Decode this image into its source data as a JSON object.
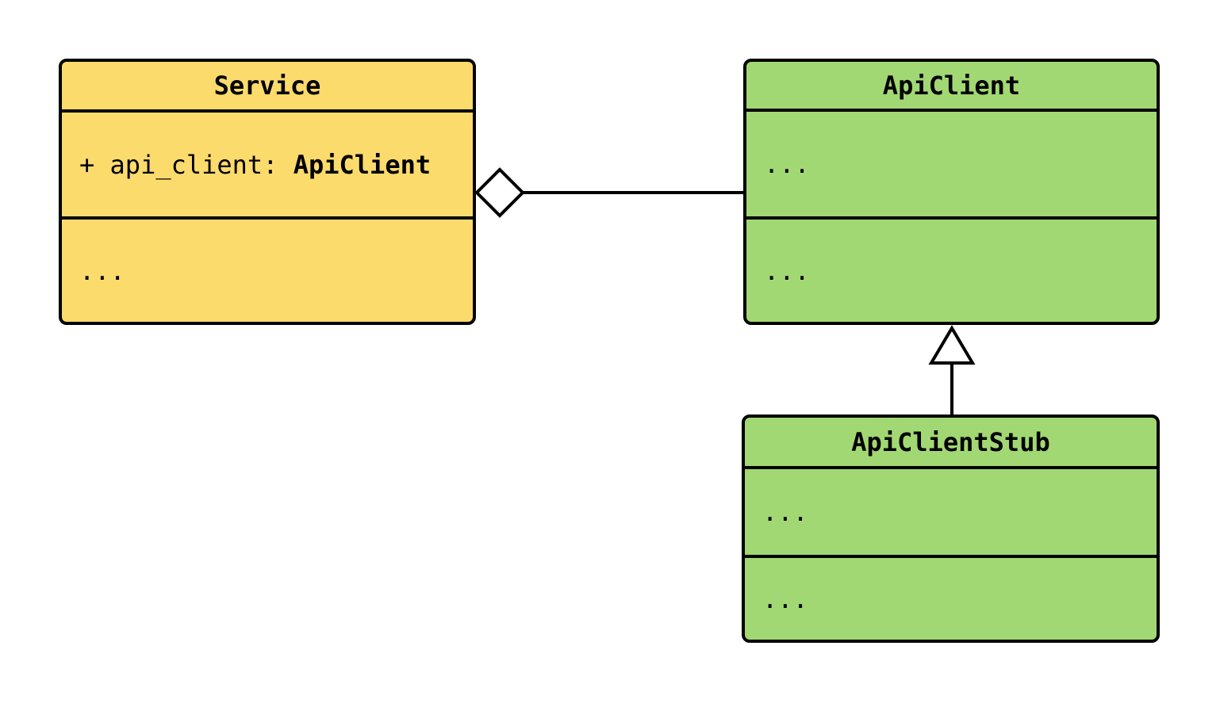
{
  "canvas": {
    "background": "#ffffff",
    "stroke_color": "#000000",
    "marker_fill": "#ffffff"
  },
  "classes": [
    {
      "name": "Service",
      "fill": "#fcdb6d",
      "attribute": {
        "prefix": "+ api_client: ",
        "type": "ApiClient"
      },
      "body_placeholder": "..."
    },
    {
      "name": "ApiClient",
      "fill": "#a2d873",
      "sections": [
        "...",
        "..."
      ]
    },
    {
      "name": "ApiClientStub",
      "fill": "#a2d873",
      "sections": [
        "...",
        "..."
      ]
    }
  ],
  "relationships": [
    {
      "type": "aggregation",
      "from": "Service",
      "to": "ApiClient",
      "marker": "hollow-diamond",
      "marker_at": "Service"
    },
    {
      "type": "inheritance",
      "from": "ApiClientStub",
      "to": "ApiClient",
      "marker": "hollow-triangle",
      "marker_at": "ApiClient"
    }
  ]
}
